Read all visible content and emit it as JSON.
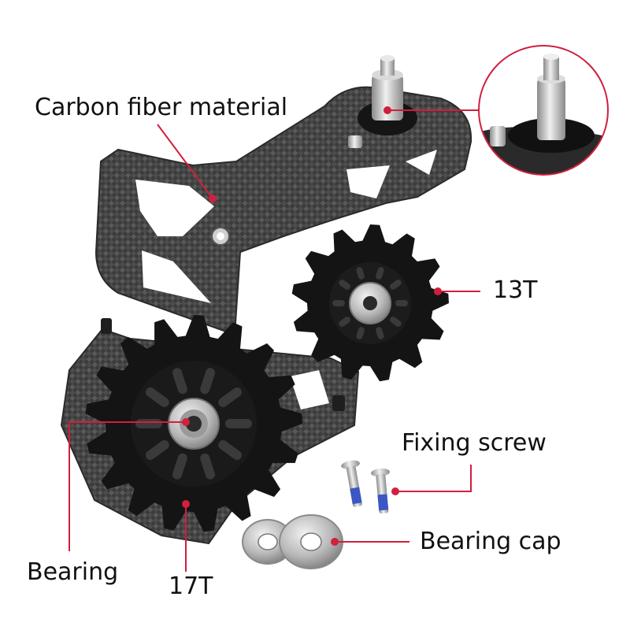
{
  "labels": {
    "carbon": "Carbon fiber material",
    "teeth_small": "13T",
    "teeth_large": "17T",
    "screw": "Fixing screw",
    "cap": "Bearing cap",
    "bearing": "Bearing"
  },
  "colors": {
    "leader": "#d11f3d",
    "carbon": "#4a4a4a",
    "pulley": "#141414",
    "metal": "#c4c4c4",
    "text": "#111111"
  },
  "pulleys": {
    "small_teeth": 13,
    "large_teeth": 17
  }
}
